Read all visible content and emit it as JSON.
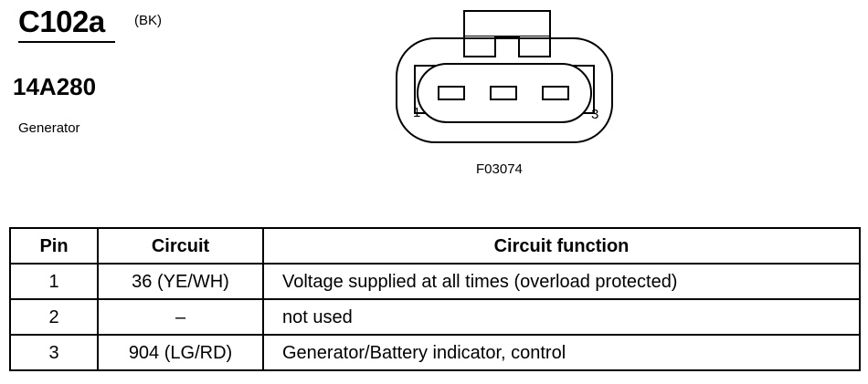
{
  "header": {
    "connector_id": "C102a",
    "connector_color": "(BK)",
    "part_number": "14A280",
    "component": "Generator"
  },
  "diagram": {
    "pin_labels": [
      "1",
      "3"
    ],
    "figure_id": "F03074"
  },
  "pin_table": {
    "headers": [
      "Pin",
      "Circuit",
      "Circuit function"
    ],
    "rows": [
      {
        "pin": "1",
        "circuit": "36 (YE/WH)",
        "function": "Voltage supplied at all times (overload protected)"
      },
      {
        "pin": "2",
        "circuit": "–",
        "function": "not used"
      },
      {
        "pin": "3",
        "circuit": "904 (LG/RD)",
        "function": "Generator/Battery indicator, control"
      }
    ]
  }
}
